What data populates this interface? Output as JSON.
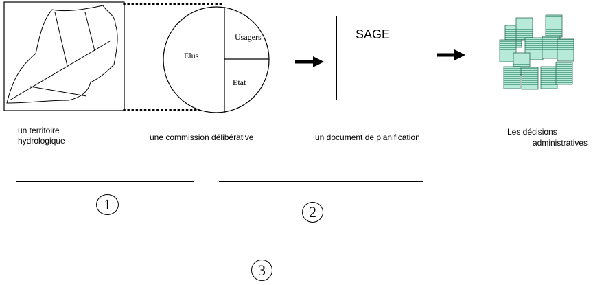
{
  "diagram": {
    "commission_labels": {
      "elus": "Elus",
      "usagers": "Usagers",
      "etat": "Etat"
    },
    "sage_label": "SAGE",
    "captions": {
      "territoire_line1": "un  territoire",
      "territoire_line2": "hydrologique",
      "commission": "une  commission délibérative",
      "document": "un document de planification",
      "decisions_line1": "Les décisions",
      "decisions_line2": "administratives"
    },
    "step_numbers": {
      "one": "1",
      "two": "2",
      "three": "3"
    },
    "colors": {
      "document_fill": "#b8ead9",
      "document_stripe": "#4a9a80",
      "ink": "#000000"
    },
    "icons": [
      "watershed-map-icon",
      "arrow-right-icon",
      "documents-stack-icon"
    ]
  }
}
